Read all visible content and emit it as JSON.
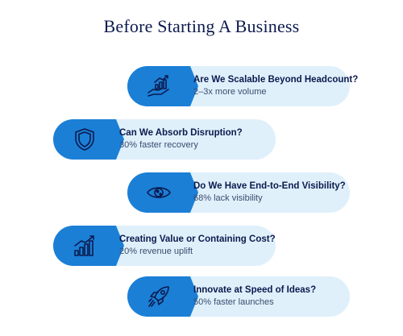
{
  "title": "Before Starting A Business",
  "items": [
    {
      "heading": "Are We Scalable Beyond Headcount?",
      "sub": "2–3x more volume",
      "icon": "hand-growth-icon"
    },
    {
      "heading": "Can We Absorb Disruption?",
      "sub": "30% faster recovery",
      "icon": "shield-icon"
    },
    {
      "heading": "Do We Have End-to-End Visibility?",
      "sub": "68% lack visibility",
      "icon": "eye-icon"
    },
    {
      "heading": "Creating Value or Containing Cost?",
      "sub": "20% revenue uplift",
      "icon": "bar-chart-icon"
    },
    {
      "heading": "Innovate at Speed of Ideas?",
      "sub": "50% faster launches",
      "icon": "rocket-icon"
    }
  ],
  "colors": {
    "accent": "#1b7fd6",
    "card": "#dff0fb",
    "title": "#0c1a4d"
  }
}
